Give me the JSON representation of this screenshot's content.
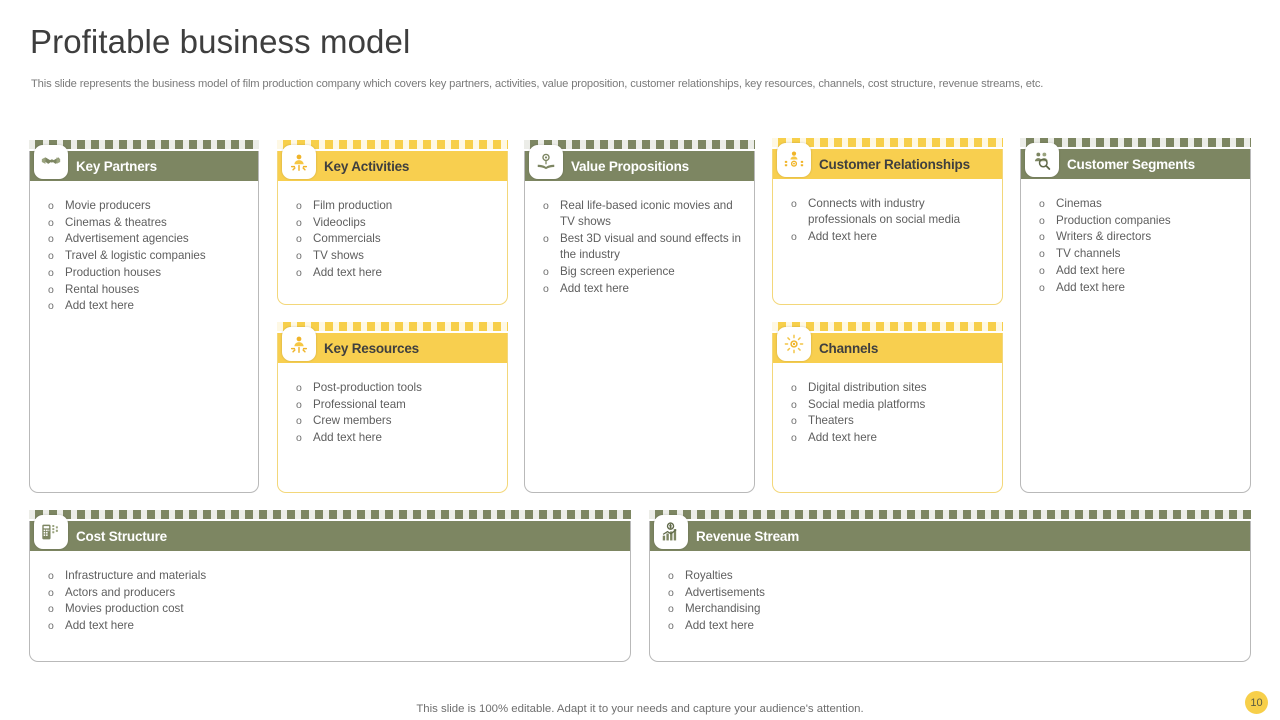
{
  "slide": {
    "title": "Profitable business model",
    "subtitle": "This slide represents the business model of film production company which covers key partners, activities, value proposition, customer relationships, key resources, channels, cost structure, revenue streams, etc.",
    "footer_note": "This slide is 100% editable. Adapt it to your needs and capture your audience's attention.",
    "page_number": "10"
  },
  "theme": {
    "olive": "#7d8662",
    "yellow": "#f8cf4f",
    "filmstrip_yellow": "#f7cf4a",
    "text_body": "#5e5e5e",
    "title_color": "#3e3e3e"
  },
  "cards": [
    {
      "key": "key-partners",
      "title": "Key Partners",
      "icon": "handshake-icon",
      "accent": "olive",
      "items": [
        "Movie producers",
        "Cinemas & theatres",
        "Advertisement agencies",
        "Travel  & logistic companies",
        "Production houses",
        "Rental houses",
        "Add text here"
      ]
    },
    {
      "key": "key-activities",
      "title": "Key Activities",
      "icon": "gear-person-icon",
      "accent": "yellow",
      "items": [
        "Film production",
        "Videoclips",
        "Commercials",
        "TV shows",
        "Add text here"
      ]
    },
    {
      "key": "key-resources",
      "title": "Key Resources",
      "icon": "gear-person-icon",
      "accent": "yellow",
      "items": [
        "Post-production tools",
        "Professional team",
        "Crew members",
        "Add text here"
      ]
    },
    {
      "key": "value-propositions",
      "title": "Value Propositions",
      "icon": "flower-book-icon",
      "accent": "olive",
      "items": [
        "Real life-based iconic movies and TV shows",
        "Best 3D visual and sound effects in the industry",
        "Big screen experience",
        "Add text here"
      ]
    },
    {
      "key": "customer-relationships",
      "title": "Customer Relationships",
      "icon": "people-network-icon",
      "accent": "yellow",
      "items": [
        "Connects with industry professionals on social media",
        "Add text here"
      ]
    },
    {
      "key": "channels",
      "title": "Channels",
      "icon": "broadcast-icon",
      "accent": "yellow",
      "items": [
        "Digital distribution sites",
        "Social media platforms",
        "Theaters",
        "Add text here"
      ]
    },
    {
      "key": "customer-segments",
      "title": "Customer Segments",
      "icon": "audience-search-icon",
      "accent": "olive",
      "items": [
        "Cinemas",
        "Production companies",
        "Writers & directors",
        "TV channels",
        "Add text here",
        "Add text here"
      ]
    },
    {
      "key": "cost-structure",
      "title": "Cost Structure",
      "icon": "money-calculator-icon",
      "accent": "olive",
      "items": [
        "Infrastructure and materials",
        "Actors and producers",
        "Movies production cost",
        "Add text here"
      ]
    },
    {
      "key": "revenue-stream",
      "title": "Revenue Stream",
      "icon": "money-chart-icon",
      "accent": "olive",
      "items": [
        "Royalties",
        "Advertisements",
        "Merchandising",
        "Add text here"
      ]
    }
  ]
}
